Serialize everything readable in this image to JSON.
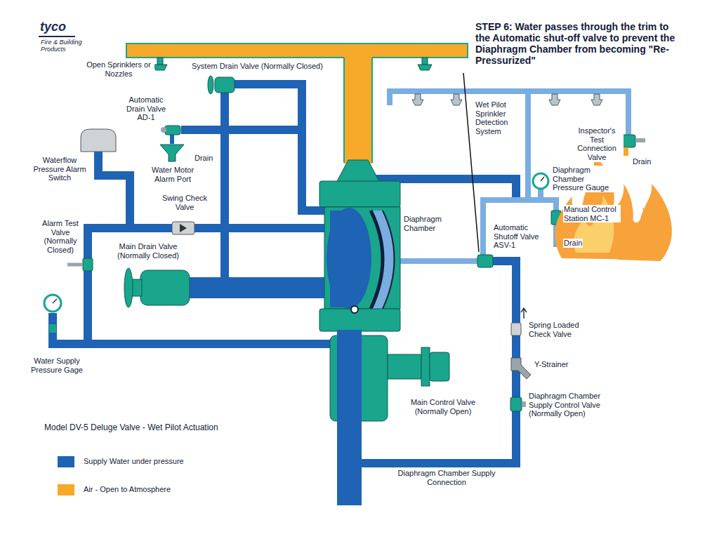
{
  "diagram": {
    "title": "Model DV-5 Deluge Valve - Wet Pilot Actuation",
    "labels": [
      "tyco",
      "Fire & Building Products",
      "STEP 6: Water passes through the trim to the Automatic shut-off valve to prevent the Diaphragm Chamber from becoming \"Re-Pressurized\"",
      "Open Sprinklers or Nozzles",
      "System Drain Valve (Normally Closed)",
      "Automatic Drain Valve AD-1",
      "Drain",
      "Waterflow Pressure Alarm Switch",
      "Water Motor Alarm Port",
      "Swing Check Valve",
      "Alarm Test Valve (Normally Closed)",
      "Main Drain Valve (Normally Closed)",
      "Water Supply Pressure Gage",
      "Diaphragm Chamber",
      "Wet Pilot Sprinkler Detection System",
      "Inspector's Test Connection Valve",
      "Drain",
      "Diaphragm Chamber Pressure Gauge",
      "Manual Control Station MC-1",
      "Drain",
      "Automatic Shutoff Valve ASV-1",
      "Spring Loaded Check Valve",
      "Y-Strainer",
      "Diaphragm Chamber Supply Control Valve (Normally Open)",
      "Main Control Valve (Normally Open)",
      "Diaphragm Chamber Supply Connection"
    ],
    "legend": [
      {
        "text": "Supply Water under pressure",
        "color": "#1f63b4"
      },
      {
        "text": "Air - Open to Atmosphere",
        "color": "#f7a929"
      }
    ]
  }
}
